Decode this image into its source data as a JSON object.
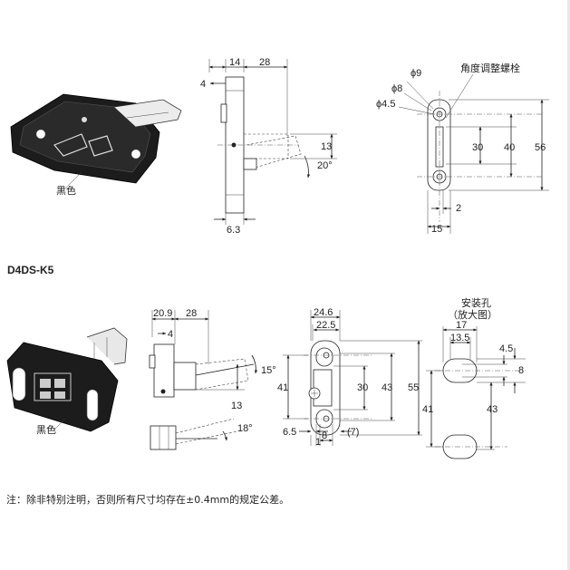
{
  "top": {
    "photo_label": "黑色",
    "side": {
      "d14": "14",
      "d28": "28",
      "d4": "4",
      "d13": "13",
      "d20": "20°",
      "d63": "6.3"
    },
    "front": {
      "phi9": "ϕ9",
      "phi8": "ϕ8",
      "phi45": "ϕ4.5",
      "screw_label": "角度调整螺栓",
      "d30": "30",
      "d40": "40",
      "d56": "56",
      "d2": "2",
      "d15": "15"
    }
  },
  "model": "D4DS-K5",
  "bottom": {
    "photo_label": "黑色",
    "side": {
      "d209": "20.9",
      "d28": "28",
      "d4": "4",
      "d15": "15°",
      "d13": "13",
      "d18": "18°"
    },
    "front": {
      "d246": "24.6",
      "d225": "22.5",
      "d41": "41",
      "d30": "30",
      "d43": "43",
      "d55": "55",
      "d65": "6.5",
      "d1": "1",
      "d8": "8",
      "d7": "(7)"
    },
    "hole": {
      "title1": "安装孔",
      "title2": "（放大图）",
      "d17": "17",
      "d135": "13.5",
      "d45": "4.5",
      "d8": "8",
      "d41": "41",
      "d43": "43"
    }
  },
  "note": "注：除非特别注明，否则所有尺寸均存在±0.4mm的规定公差。"
}
